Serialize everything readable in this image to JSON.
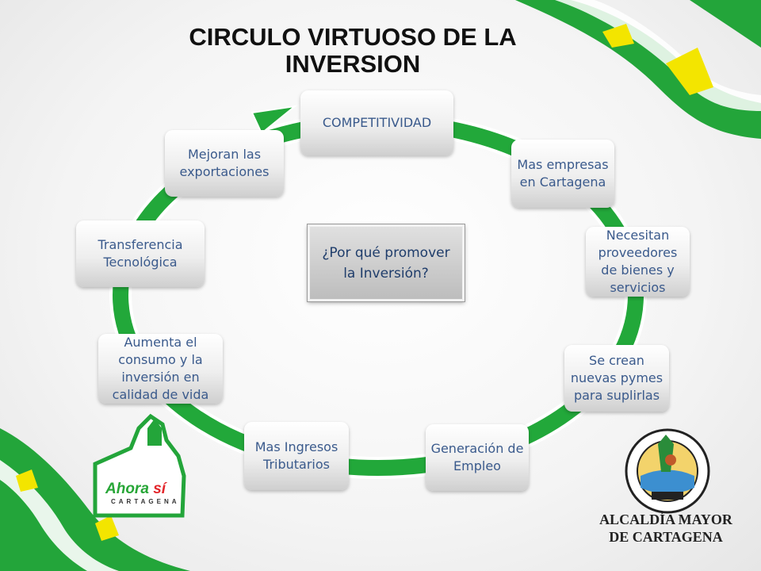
{
  "title": {
    "line1": "CIRCULO VIRTUOSO DE LA",
    "line2": "INVERSION"
  },
  "center": {
    "text": "¿Por qué promover la Inversión?"
  },
  "nodes": [
    {
      "id": "competitividad",
      "text": "COMPETITIVIDAD"
    },
    {
      "id": "mas-empresas",
      "text": "Mas empresas en Cartagena"
    },
    {
      "id": "proveedores",
      "text": "Necesitan proveedores de bienes y servicios"
    },
    {
      "id": "pymes",
      "text": "Se crean nuevas pymes para suplirlas"
    },
    {
      "id": "empleo",
      "text": "Generación de Empleo"
    },
    {
      "id": "ingresos",
      "text": "Mas Ingresos Tributarios"
    },
    {
      "id": "consumo",
      "text": "Aumenta el consumo y la inversión en calidad de vida"
    },
    {
      "id": "transferencia",
      "text": "Transferencia Tecnológica"
    },
    {
      "id": "exportaciones",
      "text": "Mejoran las exportaciones"
    }
  ],
  "logo_left": {
    "brand": "Ahora",
    "brand_accent": "sí",
    "city": "CARTAGENA"
  },
  "logo_right": {
    "line1": "ALCALDÍA MAYOR",
    "line2": "DE CARTAGENA"
  },
  "colors": {
    "cycle_green": "#22a83a",
    "accent_yellow": "#f3e500",
    "node_text": "#3a5a8c"
  }
}
